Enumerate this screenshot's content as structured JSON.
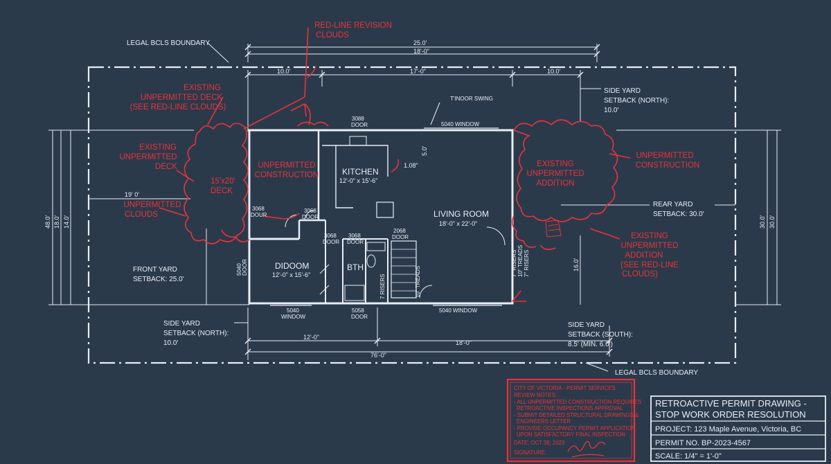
{
  "labels": {
    "legal_boundary_top": "LEGAL BCLS BOUNDARY",
    "legal_boundary_bottom": "LEGAL BCLS BOUNDARY",
    "side_north_top_1": "SIDE YARD",
    "side_north_top_2": "SETBACK (NORTH):",
    "side_north_top_3": "10.0'",
    "rear_1": "REAR YARD",
    "rear_2": "SETBACK: 30.0'",
    "front_1": "FRONT YARD",
    "front_2": "SETBACK: 25.0'",
    "side_north_bot_1": "SIDE YARD",
    "side_north_bot_2": "SETBACK (NORTH):",
    "side_north_bot_3": "10.0'",
    "side_south_1": "SIDE YARD",
    "side_south_2": "SETBACK (SOUTH):",
    "side_south_3": "8.5' (MIN. 6.0')"
  },
  "red_labels": {
    "revision_1": "RED-LINE REVISION",
    "revision_2": "CLOUDS",
    "deck_top_1": "EXISTING",
    "deck_top_2": "UNPERMITTED DECK",
    "deck_top_3": "(SEE RED-LINE CLOUDS)",
    "deck_left_1": "EXISTING",
    "deck_left_2": "UNPERMITTED",
    "deck_left_3": "DECK",
    "clouds_1": "UNPERMITTED",
    "clouds_2": "CLOUDS",
    "unperm_const_1": "UNPERMITTED",
    "unperm_const_2": "CONSTRUCTION",
    "right_const_1": "UNPERMITTED",
    "right_const_2": "CONSTRUCTION",
    "addition_1": "EXISTING",
    "addition_2": "UNPERMITTED",
    "addition_3": "ADDITION",
    "addition_right_1": "EXISTING",
    "addition_right_2": "UNPERMITTED",
    "addition_right_3": "ADDITION",
    "addition_right_4": "(SEE RED-LINE",
    "addition_right_5": "CLOUDS)",
    "deck_inside_1": "15'x20'",
    "deck_inside_2": "DECK"
  },
  "rooms": {
    "kitchen_name": "KITCHEN",
    "kitchen_dim": "12'-0\" x 15'-6\"",
    "living_name": "LIVING ROOM",
    "living_dim": "18'-0\" x 22'-0\"",
    "bed_name": "DIDOOM",
    "bed_dim": "12'-0\" x 15'-6\"",
    "bath_name": "BTH"
  },
  "dims": {
    "top_25": "25.0'",
    "top_18": "18'-0\"",
    "top_10a": "10.0'",
    "top_17": "17'-0\"",
    "top_10b": "10.0'",
    "left_190": "19' 0'",
    "left_48": "48.0'",
    "left_18": "18.0'",
    "left_14": "14.0'",
    "right_30a": "30.0'",
    "right_30b": "30.0'",
    "right_16": "16.0'",
    "bot_12": "12'-0\"",
    "bot_18": "18'-0\"",
    "bot_76": "76'-0\"",
    "k_50": "5.0'",
    "k_108": "1.08\""
  },
  "openings": {
    "door_3088_top_1": "3088",
    "door_3088_top_2": "DOOR",
    "window_5040_top": "5040 WINDOW",
    "swing": "T'INOOR SWING",
    "door_3068_a_1": "3068",
    "door_3068_a_2": "DOUR",
    "door_3068_b_1": "3068",
    "door_3068_b_2": "DOOR",
    "door_3068_c_1": "3068",
    "door_3068_c_2": "DOOR",
    "door_3068_d_1": "3068",
    "door_3068_d_2": "DOOR",
    "door_2068_1": "2068",
    "door_2068_2": "DOOR",
    "door_5040_left_1": "5040",
    "door_5040_left_2": "DOOR",
    "win_5040_bot_1": "5040",
    "win_5040_bot_2": "WINDOW",
    "door_5058_1": "5058",
    "door_5058_2": "DOOR",
    "win_5040_bot_right": "5040 WINDOW",
    "stair_1": "7 RISERS",
    "stair_2": "10\" TREADS",
    "stair_3": "7\" RISERS",
    "stair_4": "10\" TREADS",
    "stair_5": "7\" RISERS"
  },
  "notes": {
    "line_1": "CITY OF VICTORIA - PERMIT SERVICES",
    "line_2": "REVIEW NOTES:",
    "line_3": "- ALL UNPERMITTED CONSTRUCTION REQUIRES",
    "line_4": "RETROACTIVE INSPECTIONS APPROVAL",
    "line_5": "- SUBMIT DETAILED STRUCTURAL DRAWINGS &",
    "line_6": "ENGINEERS LETTER",
    "line_7": "- PROVIDE OCCUPANCY PERMIT APPLICATION",
    "line_8": "UPON SATISFACTORY FINAL INSPECTION",
    "date": "DATE: OCT 38, 2023",
    "signature": "SIGNATURE:"
  },
  "title_block": {
    "title_1": "RETROACTIVE PERMIT DRAWING -",
    "title_2": "STOP WORK ORDER RESOLUTION",
    "project": "PROJECT: 123 Maple Avenue, Victoria, BC",
    "permit": "PERMIT NO. BP-2023-4567",
    "scale": "SCALE: 1/4\" = 1'-0\""
  },
  "colors": {
    "background": "#2b3a4b",
    "linework": "#e8eef5",
    "redline": "#e8333a"
  }
}
